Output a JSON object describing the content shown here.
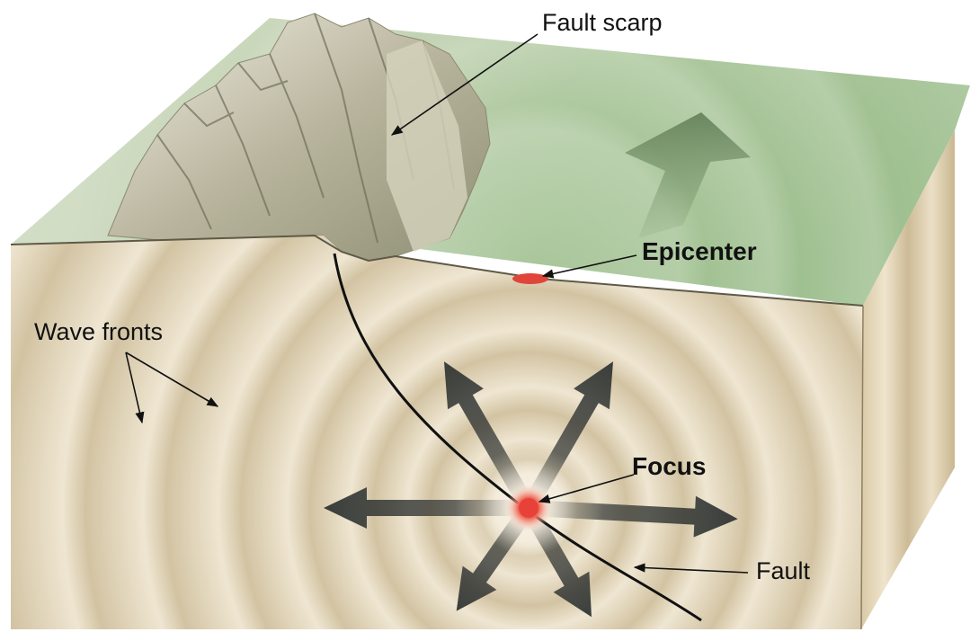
{
  "labels": {
    "fault_scarp": "Fault scarp",
    "epicenter": "Epicenter",
    "wave_fronts": "Wave fronts",
    "focus": "Focus",
    "fault": "Fault"
  },
  "colors": {
    "surface_green": "#a9c79b",
    "block_tan": "#e7dcc3",
    "ring_light": "#efe6d2",
    "ring_dark": "#cfbf9d",
    "side_face": "#d8c8a6",
    "focus_red": "#e8413a",
    "arrow_dark": "#3a3d3a",
    "line_black": "#111111"
  },
  "icons": [
    "focus-marker",
    "epicenter-marker",
    "wave-arrow",
    "motion-arrow"
  ]
}
